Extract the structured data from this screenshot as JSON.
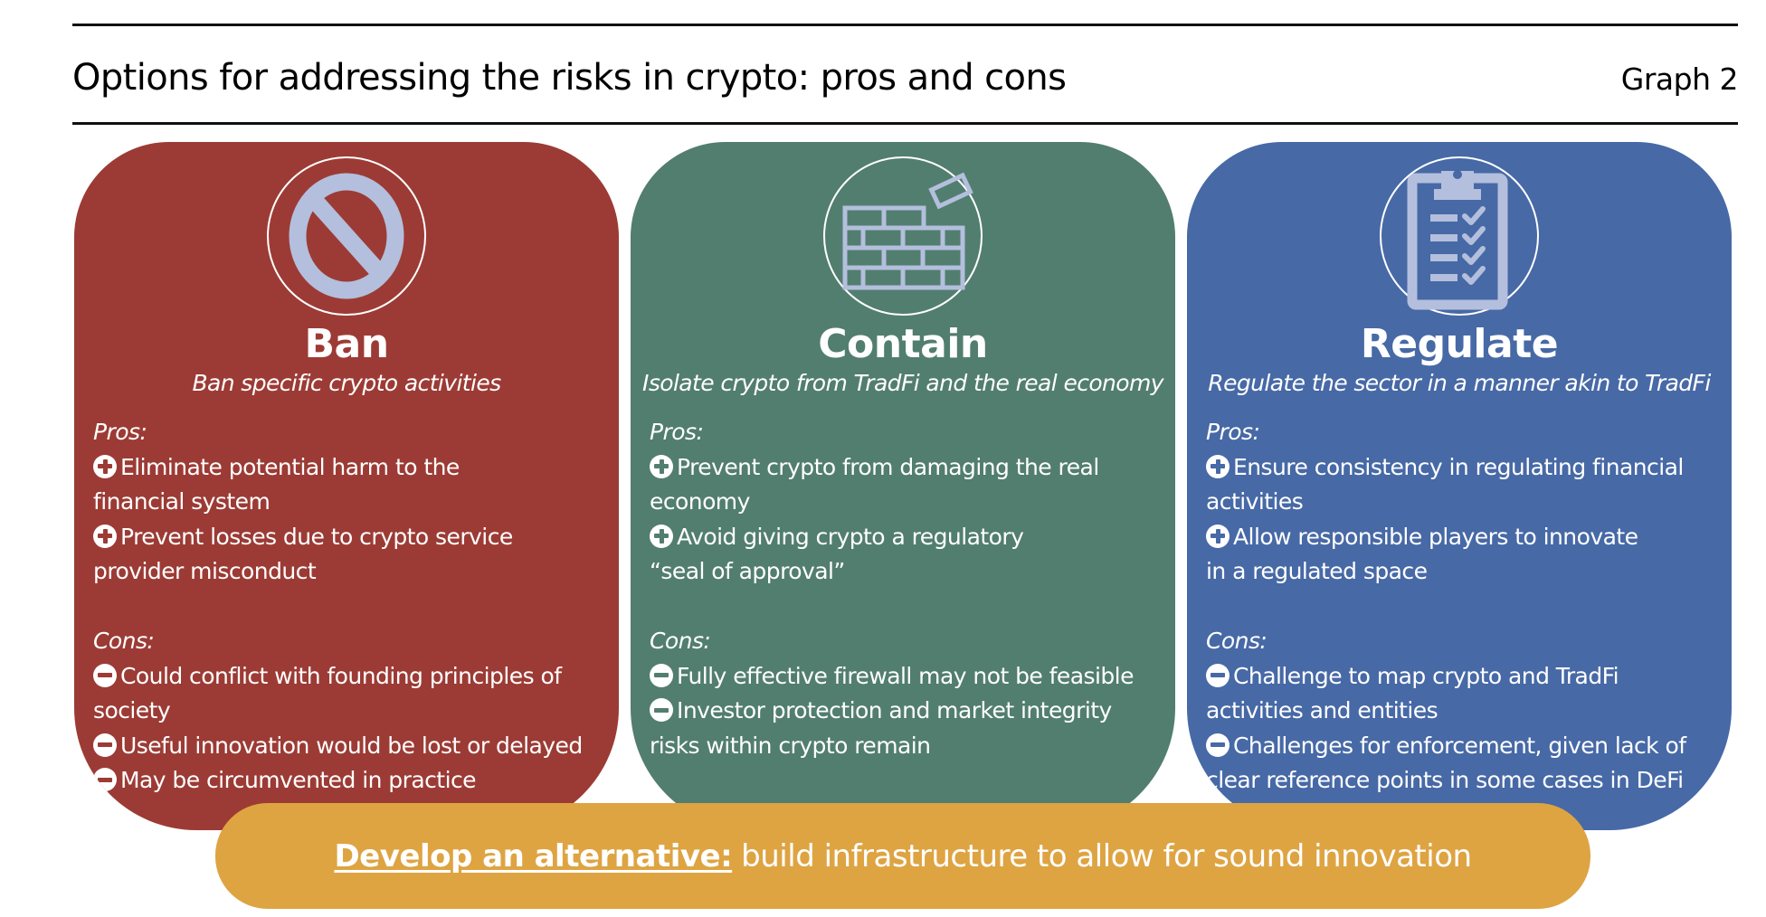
{
  "header": {
    "title": "Options for addressing the risks in crypto: pros and cons",
    "graph_label": "Graph 2"
  },
  "colors": {
    "ban": "#9c3b35",
    "contain": "#527e6f",
    "regulate": "#4769a6",
    "alternative": "#dea442",
    "icon_fill": "#b3bfdc"
  },
  "cards": [
    {
      "id": "ban",
      "icon": "prohibited-icon",
      "title": "Ban",
      "subtitle": "Ban specific crypto activities",
      "pros_label": "Pros:",
      "pros": [
        [
          "Eliminate potential harm to the",
          "financial system"
        ],
        [
          "Prevent losses due to crypto service",
          "provider misconduct"
        ]
      ],
      "cons_label": "Cons:",
      "cons": [
        [
          "Could conflict with founding principles of",
          "society"
        ],
        [
          "Useful innovation would be lost or delayed"
        ],
        [
          "May be circumvented in practice"
        ]
      ]
    },
    {
      "id": "contain",
      "icon": "brick-wall-icon",
      "title": "Contain",
      "subtitle": "Isolate crypto from TradFi and the real economy",
      "pros_label": "Pros:",
      "pros": [
        [
          "Prevent crypto from damaging the real",
          "economy"
        ],
        [
          "Avoid giving crypto a regulatory",
          "“seal of approval”"
        ]
      ],
      "cons_label": "Cons:",
      "cons": [
        [
          "Fully effective firewall may not be feasible"
        ],
        [
          "Investor protection and market integrity",
          "risks within crypto remain"
        ]
      ]
    },
    {
      "id": "regulate",
      "icon": "clipboard-checklist-icon",
      "title": "Regulate",
      "subtitle": "Regulate the sector in a manner akin to TradFi",
      "pros_label": "Pros:",
      "pros": [
        [
          "Ensure consistency in regulating financial",
          "activities"
        ],
        [
          "Allow responsible players to innovate",
          "in a regulated space"
        ]
      ],
      "cons_label": "Cons:",
      "cons": [
        [
          "Challenge to map crypto and TradFi",
          "activities and entities"
        ],
        [
          "Challenges for enforcement, given lack of",
          "clear reference points in some cases in DeFi"
        ]
      ]
    }
  ],
  "alternative": {
    "label": "Develop an alternative:",
    "text": "build infrastructure to allow for sound innovation"
  }
}
